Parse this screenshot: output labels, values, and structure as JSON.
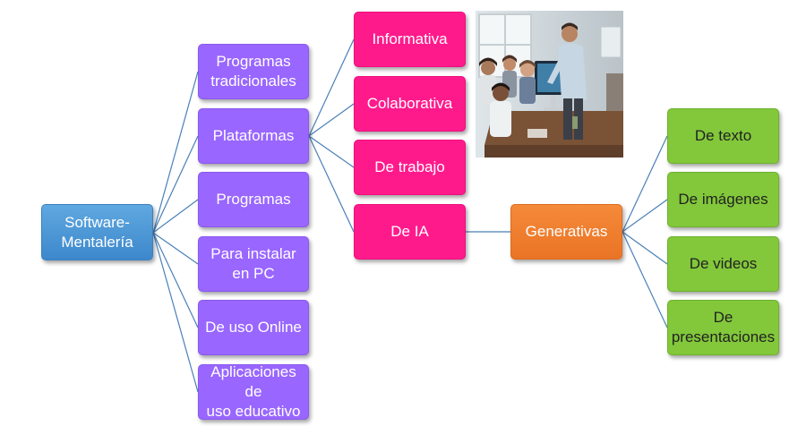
{
  "root": {
    "label": "Software-\nMentalería"
  },
  "level1": [
    {
      "label": "Programas\ntradicionales"
    },
    {
      "label": "Plataformas"
    },
    {
      "label": "Programas"
    },
    {
      "label": "Para instalar\nen PC"
    },
    {
      "label": "De uso Online"
    },
    {
      "label": "Aplicaciones de\nuso educativo"
    }
  ],
  "platform_types": [
    {
      "label": "Informativa"
    },
    {
      "label": "Colaborativa"
    },
    {
      "label": "De trabajo"
    },
    {
      "label": "De IA"
    }
  ],
  "ia_type": {
    "label": "Generativas"
  },
  "generative_types": [
    {
      "label": "De texto"
    },
    {
      "label": "De imágenes"
    },
    {
      "label": "De videos"
    },
    {
      "label": "De\npresentaciones"
    }
  ],
  "colors": {
    "root": "#4a94d6",
    "level1": "#9966ff",
    "platform_types": "#ff1a8c",
    "ia_type": "#ee7a2d",
    "generative_types": "#82c83a",
    "connector": "#4a80b8"
  }
}
